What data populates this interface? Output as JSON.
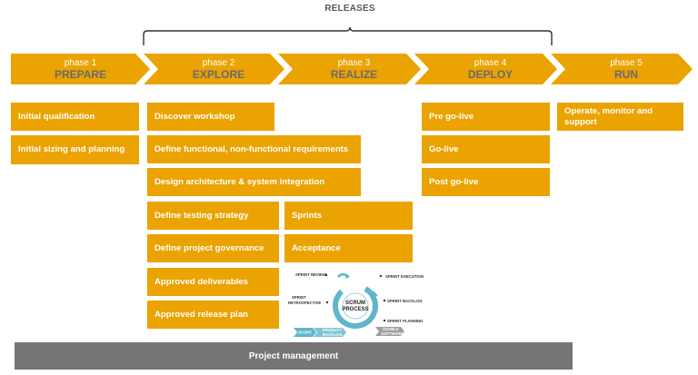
{
  "releases_label": "RELEASES",
  "colors": {
    "accent": "#eaa300",
    "bar": "#757575",
    "phase_name": "#6b6b6b"
  },
  "phases": [
    {
      "number": "phase 1",
      "name": "PREPARE"
    },
    {
      "number": "phase 2",
      "name": "EXPLORE"
    },
    {
      "number": "phase 3",
      "name": "REALIZE"
    },
    {
      "number": "phase 4",
      "name": "DEPLOY"
    },
    {
      "number": "phase 5",
      "name": "RUN"
    }
  ],
  "prepare_tasks": [
    "Initial qualification",
    "Initial sizing and planning"
  ],
  "explore_tasks": [
    "Discover workshop",
    "Define functional, non-functional requirements",
    "Design architecture & system integration",
    "Define testing strategy",
    "Define project governance",
    "Approved deliverables",
    "Approved release plan"
  ],
  "realize_tasks": [
    "Sprints",
    "Acceptance"
  ],
  "deploy_tasks": [
    "Pre go-live",
    "Go-live",
    "Post go-live"
  ],
  "run_tasks": [
    "Operate, monitor and support"
  ],
  "scrum": {
    "title_line1": "SCRUM",
    "title_line2": "PROCESS",
    "sprint_review": "SPRINT REVIEW",
    "sprint_execution": "SPRINT EXECUTION",
    "sprint_retrospective_1": "SPRINT",
    "sprint_retrospective_2": "RETROSPECTIVE",
    "sprint_backlog": "SPRINT BACKLOG",
    "sprint_planning": "SPRINT PLANNING",
    "scope": "SCOPE",
    "product_backlog_1": "PRODUCT",
    "product_backlog_2": "BACKLOG",
    "usable_software_1": "USABLE",
    "usable_software_2": "SOFTWARE"
  },
  "project_management": "Project management"
}
